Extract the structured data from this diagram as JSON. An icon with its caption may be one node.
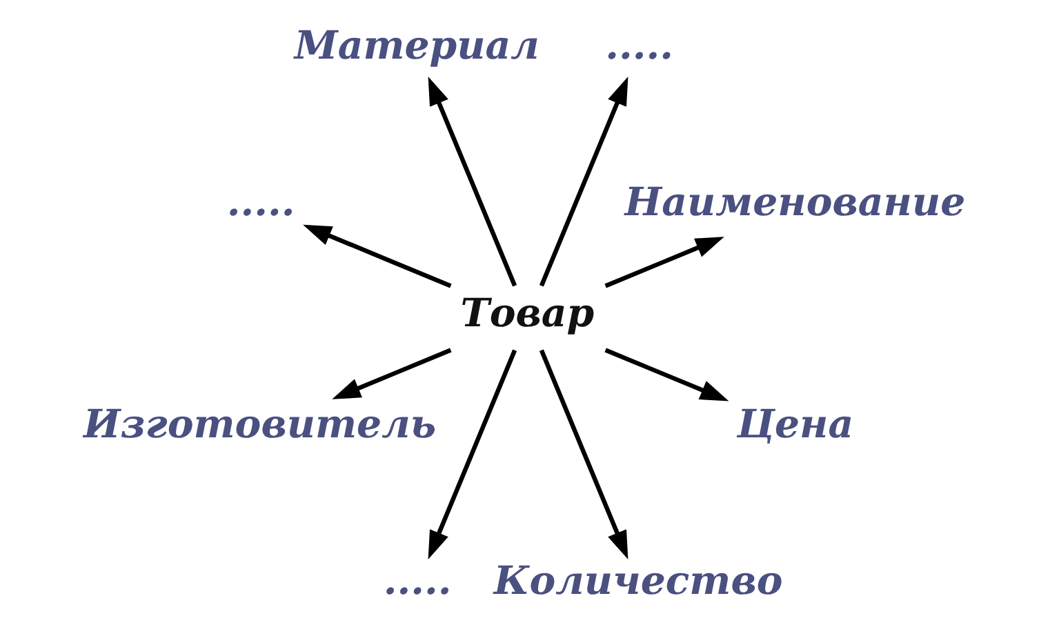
{
  "diagram": {
    "nodes": [
      {
        "text": [
          "Наименование"
        ]
      },
      {
        "text": [
          "....."
        ]
      },
      {
        "text": [
          "Материал"
        ]
      },
      {
        "text": [
          "....."
        ]
      },
      {
        "text": [
          "Товар"
        ]
      },
      {
        "text": [
          "Изготовитель"
        ]
      },
      {
        "text": [
          "....."
        ]
      },
      {
        "text": [
          "Количество"
        ]
      },
      {
        "text": [
          "Цена"
        ]
      }
    ],
    "edges": [
      {
        "from": 4,
        "to": 0,
        "arrow": "to"
      },
      {
        "from": 4,
        "to": 1,
        "arrow": "to"
      },
      {
        "from": 4,
        "to": 2,
        "arrow": "to"
      },
      {
        "from": 4,
        "to": 3,
        "arrow": "to"
      },
      {
        "from": 4,
        "to": 5,
        "arrow": "to"
      },
      {
        "from": 4,
        "to": 6,
        "arrow": "to"
      },
      {
        "from": 4,
        "to": 7,
        "arrow": "to"
      },
      {
        "from": 4,
        "to": 8,
        "arrow": "to"
      }
    ]
  }
}
